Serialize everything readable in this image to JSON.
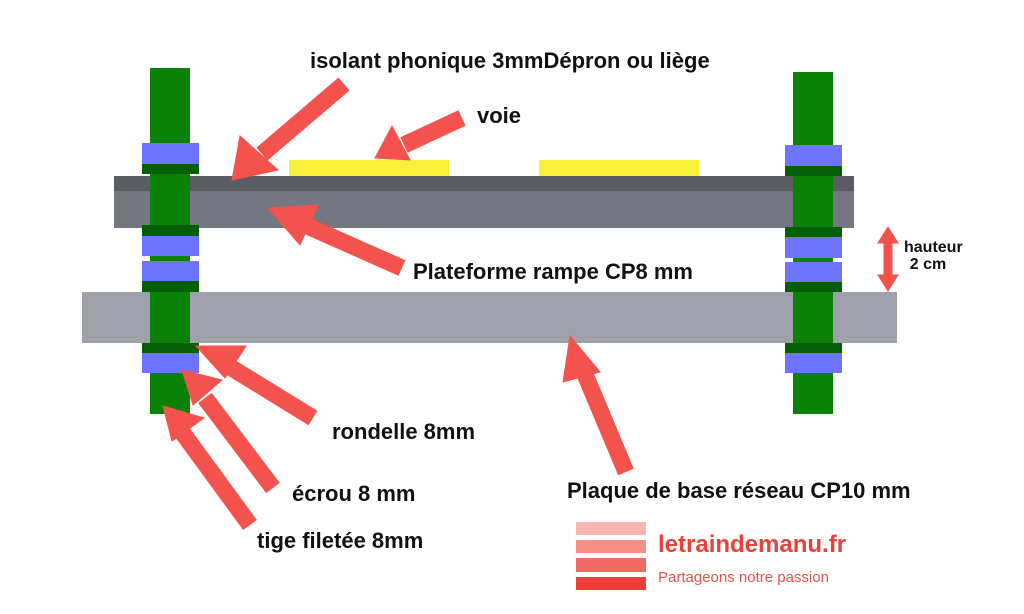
{
  "diagram": {
    "labels": {
      "insulation": "isolant phonique 3mmDépron ou liège",
      "track": "voie",
      "ramp_platform": "Plateforme rampe CP8 mm",
      "height_line1": "hauteur",
      "height_line2": "2 cm",
      "washer": "rondelle 8mm",
      "nut": "écrou 8 mm",
      "threaded_rod": "tige filetée 8mm",
      "base_plate": "Plaque de base réseau CP10 mm"
    },
    "colors": {
      "rod": "#0a8208",
      "nut": "#045f04",
      "washer": "#6e74fb",
      "insulation": "#5a5d62",
      "ramp_platform": "#74777f",
      "base_plate": "#9ea1aa",
      "track": "#f7ef3a",
      "arrow": "#f4524d"
    }
  },
  "branding": {
    "site": "letraindemanu.fr",
    "tagline": "Partageons notre passion",
    "stripe_colors": [
      "#f8b6b2",
      "#f59089",
      "#ef6a62",
      "#e8413a"
    ]
  }
}
